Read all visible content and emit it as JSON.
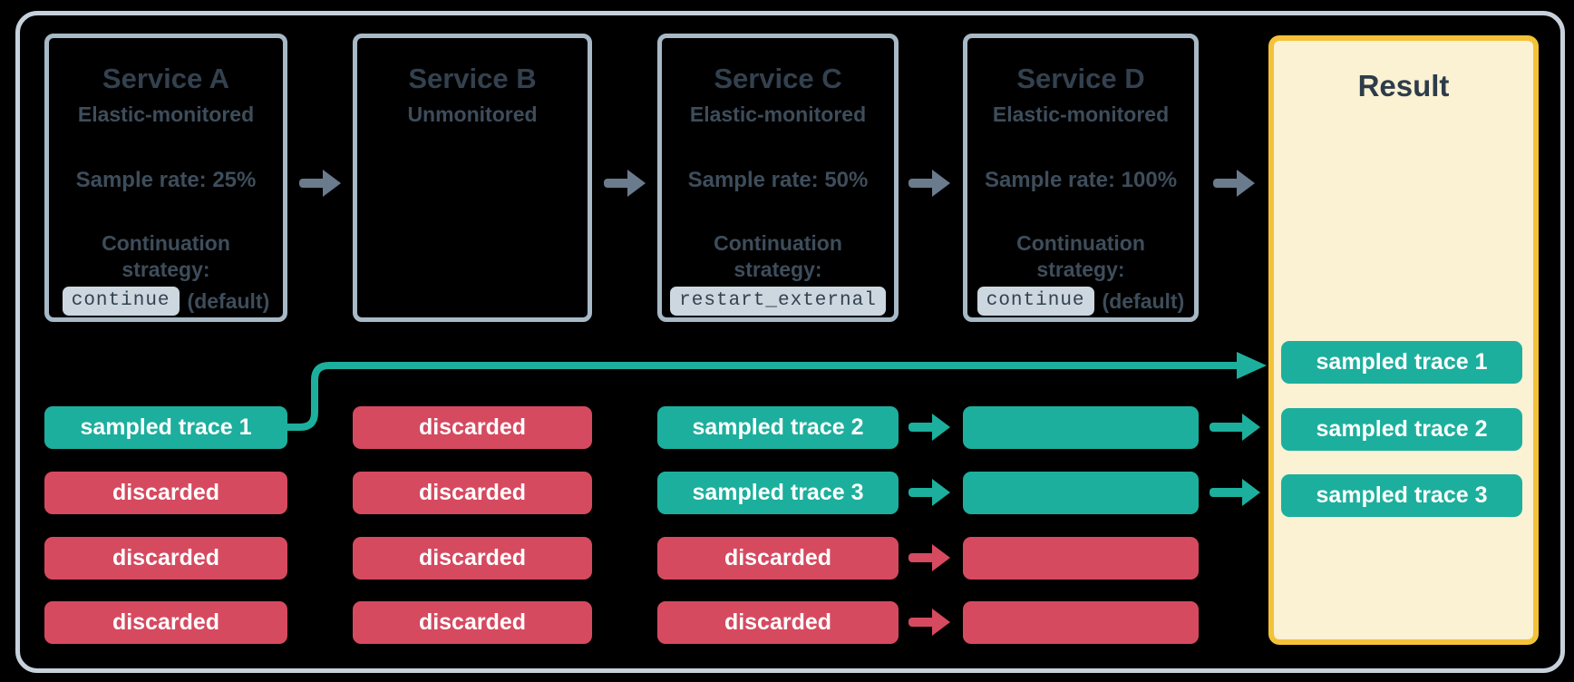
{
  "colors": {
    "teal": "#1daf9d",
    "red": "#d64a60",
    "arrow_gray": "#6a7b8d",
    "outer_border": "#c6d1db",
    "svc_border": "#a7b9c6",
    "gold_border": "#f4c238",
    "gold_bg": "#fbf1d3",
    "badge_bg": "#ccd7e0",
    "title_text": "#33414f",
    "body_text": "#3e4d5b",
    "pill_text": "#ffffff"
  },
  "services": [
    {
      "title": "Service A",
      "subtitle": "Elastic-monitored",
      "sample_rate": "Sample rate: 25%",
      "continuation_label": "Continuation",
      "strategy_label": "strategy:",
      "strategy_code": "continue",
      "strategy_note": "(default)"
    },
    {
      "title": "Service B",
      "subtitle": "Unmonitored"
    },
    {
      "title": "Service C",
      "subtitle": "Elastic-monitored",
      "sample_rate": "Sample rate: 50%",
      "continuation_label": "Continuation",
      "strategy_label": "strategy:",
      "strategy_code": "restart_external",
      "strategy_note": ""
    },
    {
      "title": "Service D",
      "subtitle": "Elastic-monitored",
      "sample_rate": "Sample rate: 100%",
      "continuation_label": "Continuation",
      "strategy_label": "strategy:",
      "strategy_code": "continue",
      "strategy_note": "(default)"
    }
  ],
  "traces": {
    "service_a": [
      "sampled trace 1",
      "discarded",
      "discarded",
      "discarded"
    ],
    "service_a_types": [
      "sampled",
      "discarded",
      "discarded",
      "discarded"
    ],
    "service_b": [
      "discarded",
      "discarded",
      "discarded",
      "discarded"
    ],
    "service_b_types": [
      "discarded",
      "discarded",
      "discarded",
      "discarded"
    ],
    "service_c": [
      "sampled trace 2",
      "sampled trace 3",
      "discarded",
      "discarded"
    ],
    "service_c_types": [
      "sampled",
      "sampled",
      "discarded",
      "discarded"
    ],
    "service_d_types": [
      "sampled",
      "sampled",
      "discarded",
      "discarded"
    ]
  },
  "result": {
    "title": "Result",
    "pills": [
      "sampled trace 1",
      "sampled trace 2",
      "sampled trace 3"
    ]
  }
}
